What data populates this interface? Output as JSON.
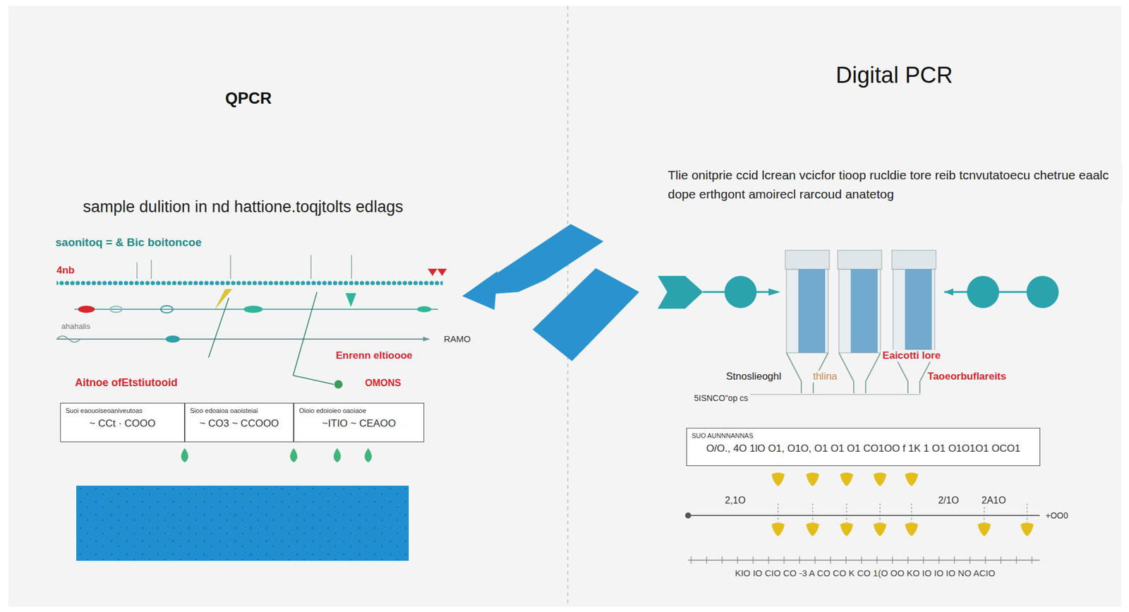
{
  "diagram": {
    "nodes": [
      {
        "text": [
          "Suoi eaouoiseoaniveutoas",
          "~ CCt · COOO"
        ]
      },
      {
        "text": [
          "Sioo edoaioa oaoisteiai",
          "~ CO3 ~ CCOOO"
        ]
      },
      {
        "text": [
          "Oioio edoioieo oaoiaoe",
          "~ITIO ~ CEAOO"
        ]
      },
      {
        "text": [
          "SUO AUNNNANNAS",
          "O/O.,  4O 1lO O1, O1O, O1 O1 O1 CO1OO f 1K 1 O1 O1O1O1 OCO1"
        ]
      }
    ],
    "labels": [
      "QPCR",
      "Digital PCR",
      "sample dulition in nd hattione.toqjtolts edlags",
      "saonitoq = & Bic boitoncoe",
      "4nb",
      "ahahalis",
      "RAMO",
      "Enrenn eltioooe",
      "Aitnoe ofEtstiutooid",
      "OMONS",
      "Tlie onitprie ccid lcrean vcicfor tioop rucldie tore reib tcnvutatoecu chetrue eaalc dope erthgont amoirecl rarcoud anatetog",
      "Eaicotti lore",
      "thlina",
      "Taoeorbuflareits",
      "Stnoslieoghl",
      "5ISNCO\"op cs",
      "2,1O",
      "2/1O",
      "2A1O",
      "+OO0",
      "KIO IO CIO  CO  -3 A CO CO  K CO 1(O OO KO  IO IO  IO  NO  ACIO"
    ]
  }
}
